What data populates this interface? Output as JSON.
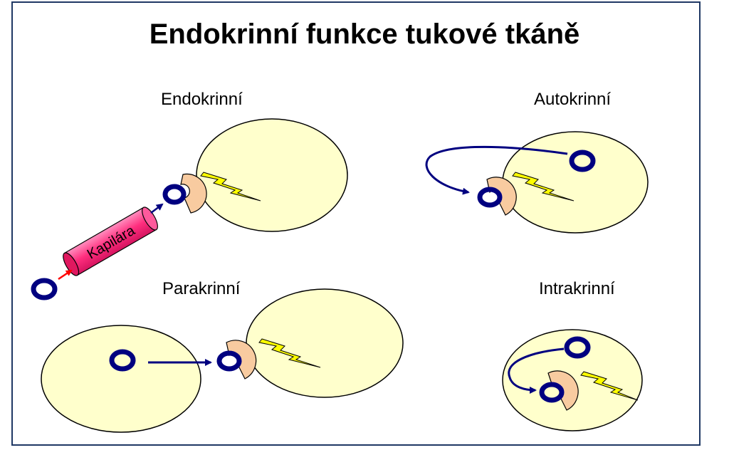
{
  "title": "Endokrinní funkce tukové tkáně",
  "panels": {
    "endokrinni": "Endokrinní",
    "autokrinni": "Autokrinní",
    "parakrinni": "Parakrinní",
    "intrakrinni": "Intrakrinní"
  },
  "capillary_label": "Kapilára",
  "colors": {
    "cell_fill": "#ffffcc",
    "hormone": "#000080",
    "receptor": "#f8cba0",
    "signal": "#ffff00",
    "capillary": "#ff2e7e",
    "frame": "#1f3864"
  }
}
